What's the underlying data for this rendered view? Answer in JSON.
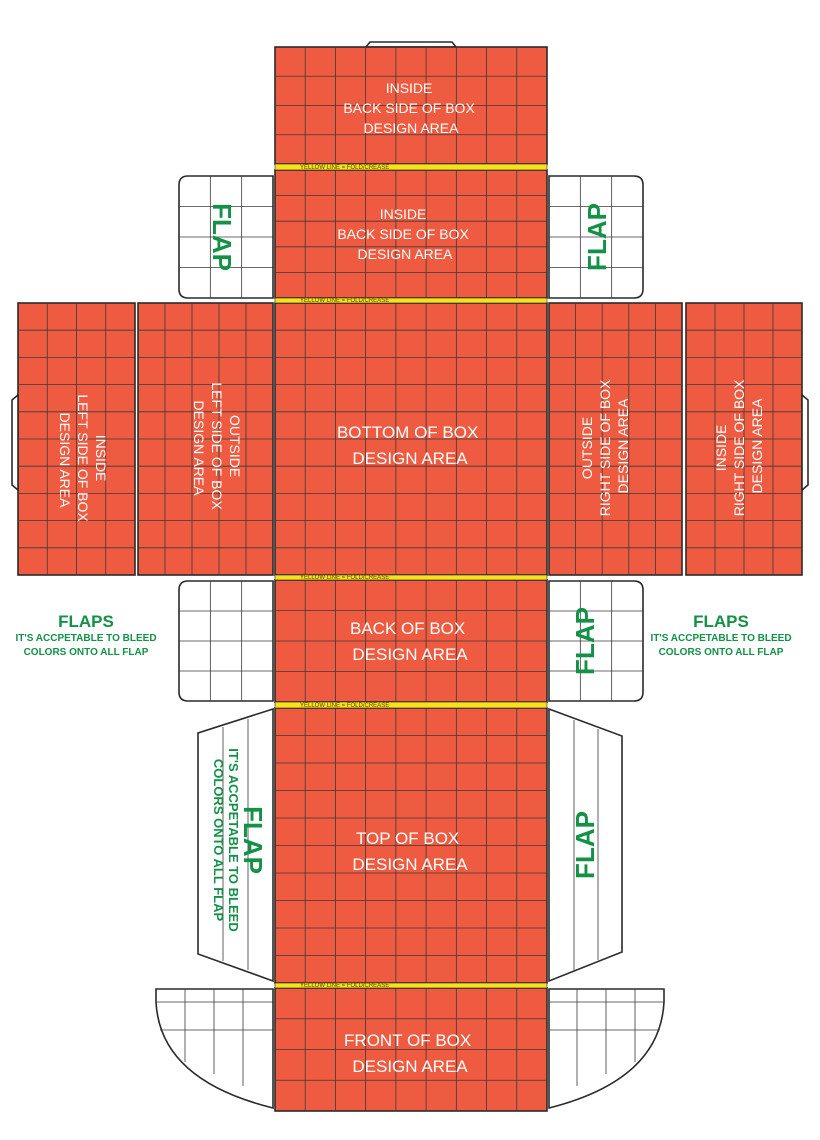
{
  "panels": {
    "inside_back_top": [
      "INSIDE",
      "BACK SIDE OF BOX",
      "DESIGN AREA"
    ],
    "inside_back_2": [
      "INSIDE",
      "BACK SIDE OF BOX",
      "DESIGN AREA"
    ],
    "bottom": [
      "BOTTOM OF BOX",
      "DESIGN AREA"
    ],
    "inside_left": [
      "INSIDE",
      "LEFT SIDE OF BOX",
      "DESIGN AREA"
    ],
    "outside_left": [
      "OUTSIDE",
      "LEFT SIDE OF BOX",
      "DESIGN AREA"
    ],
    "outside_right": [
      "OUTSIDE",
      "RIGHT SIDE OF BOX",
      "DESIGN AREA"
    ],
    "inside_right": [
      "INSIDE",
      "RIGHT SIDE OF BOX",
      "DESIGN AREA"
    ],
    "back": [
      "BACK OF BOX",
      "DESIGN AREA"
    ],
    "top": [
      "TOP OF BOX",
      "DESIGN AREA"
    ],
    "front": [
      "FRONT OF BOX",
      "DESIGN AREA"
    ]
  },
  "crease_label": "YELLOW LINE = FOLD/CREASE",
  "flap_label": "FLAP",
  "flaps_note": {
    "title": "FLAPS",
    "line1": "IT'S ACCPETABLE TO BLEED",
    "line2": "COLORS ONTO ALL FLAP"
  },
  "tuck_flap_note": {
    "line1": "IT'S ACCPETABLE TO BLEED",
    "line2": "COLORS ONTO ALL FLAP"
  },
  "colors": {
    "panel": "#ef5b40",
    "crease": "#f6e21a",
    "flap_text": "#129147",
    "outline": "#2a2a2a"
  }
}
